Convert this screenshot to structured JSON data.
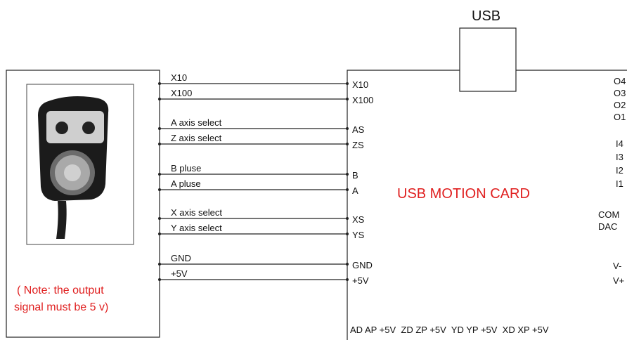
{
  "usb_label": "USB",
  "card_title": "USB MOTION CARD",
  "note_line1": "( Note: the output",
  "note_line2": "signal must be 5 v)",
  "wire_labels": [
    "X10",
    "X100",
    "A axis select",
    "Z axis select",
    "B pluse",
    "A pluse",
    "X axis select",
    "Y axis select",
    "GND",
    "+5V"
  ],
  "card_pins_left": [
    "X10",
    "X100",
    "AS",
    "ZS",
    "B",
    "A",
    "XS",
    "YS",
    "GND",
    "+5V"
  ],
  "card_pins_right": [
    "O4",
    "O3",
    "O2",
    "O1",
    "I4",
    "I3",
    "I2",
    "I1",
    "COM",
    "DAC",
    "V-",
    "V+"
  ],
  "bottom_pins": "AD AP +5V  ZD ZP +5V  YD YP +5V  XD XP +5V",
  "colors": {
    "line": "#222222",
    "note": "#e02020"
  }
}
